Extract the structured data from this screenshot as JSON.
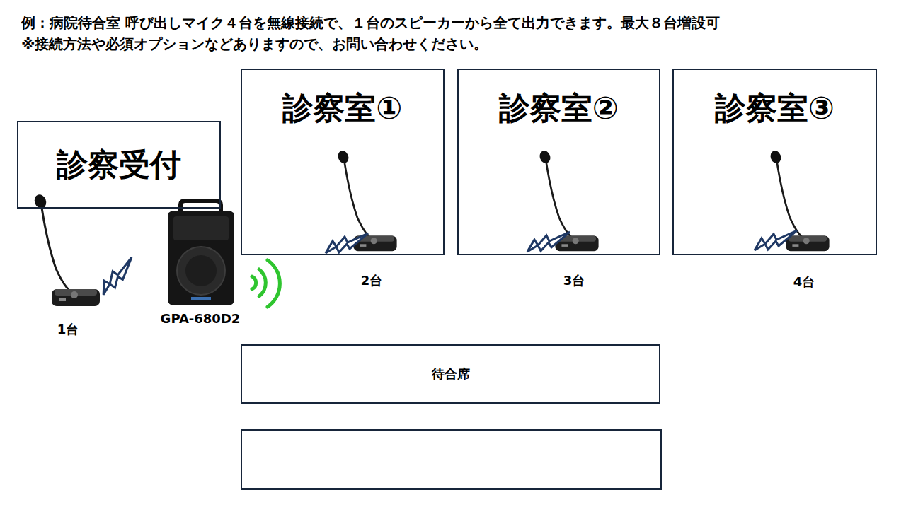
{
  "diagram": {
    "title": "例：病院待合室 呼び出しマイク４台を無線接続で、１台のスピーカーから全て出力できます。最大８台増設可",
    "nodes": [
      {
        "text": [
          "診察受付"
        ]
      },
      {
        "text": [
          "診察室①"
        ]
      },
      {
        "text": [
          "診察室②"
        ]
      },
      {
        "text": [
          "診察室③"
        ]
      },
      {
        "text": [
          "待合席"
        ]
      }
    ],
    "labels": [
      "※接続方法や必須オプションなどありますので、お問い合わせください。",
      "1台",
      "GPA-680D2",
      "2台",
      "3台",
      "4台"
    ]
  }
}
